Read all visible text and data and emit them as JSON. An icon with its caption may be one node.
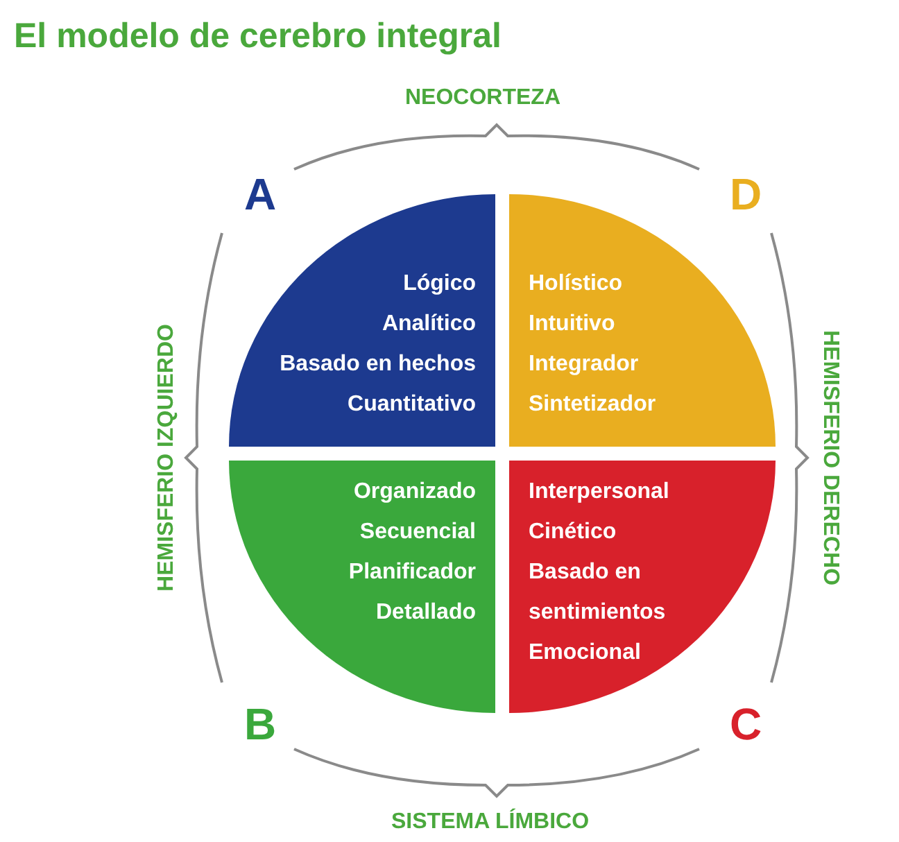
{
  "diagram": {
    "title": "El modelo de cerebro integral",
    "nodes": [
      {
        "text": [
          "Lógico",
          "Analítico",
          "Basado en hechos",
          "Cuantitativo"
        ]
      },
      {
        "text": [
          "Holístico",
          "Intuitivo",
          "Integrador",
          "Sintetizador"
        ]
      },
      {
        "text": [
          "Organizado",
          "Secuencial",
          "Planificador",
          "Detallado"
        ]
      },
      {
        "text": [
          "Interpersonal",
          "Cinético",
          "Basado en sentimientos",
          "Emocional"
        ]
      }
    ],
    "labels": [
      "NEOCORTEZA",
      "A",
      "D",
      "HEMISFERIO IZQUIERDO",
      "HEMISFERIO DERECHO",
      "B",
      "C",
      "SISTEMA LÍMBICO"
    ]
  }
}
